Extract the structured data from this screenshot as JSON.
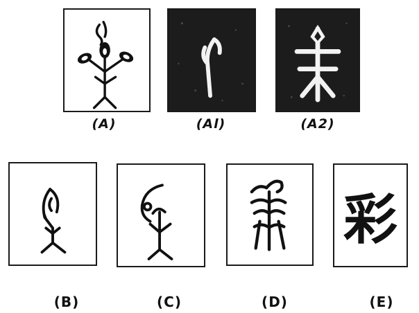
{
  "figures": [
    {
      "id": "A",
      "caption": "(A)"
    },
    {
      "id": "A1",
      "caption": "(Al)"
    },
    {
      "id": "A2",
      "caption": "(A2)"
    },
    {
      "id": "B",
      "caption": "(B)"
    },
    {
      "id": "C",
      "caption": "(C)"
    },
    {
      "id": "D",
      "caption": "(D)"
    },
    {
      "id": "E",
      "caption": "(E)",
      "character": "彩"
    }
  ],
  "colors": {
    "ink": "#111111",
    "rubbing_background": "#1c1c1c",
    "paper": "#ffffff"
  }
}
